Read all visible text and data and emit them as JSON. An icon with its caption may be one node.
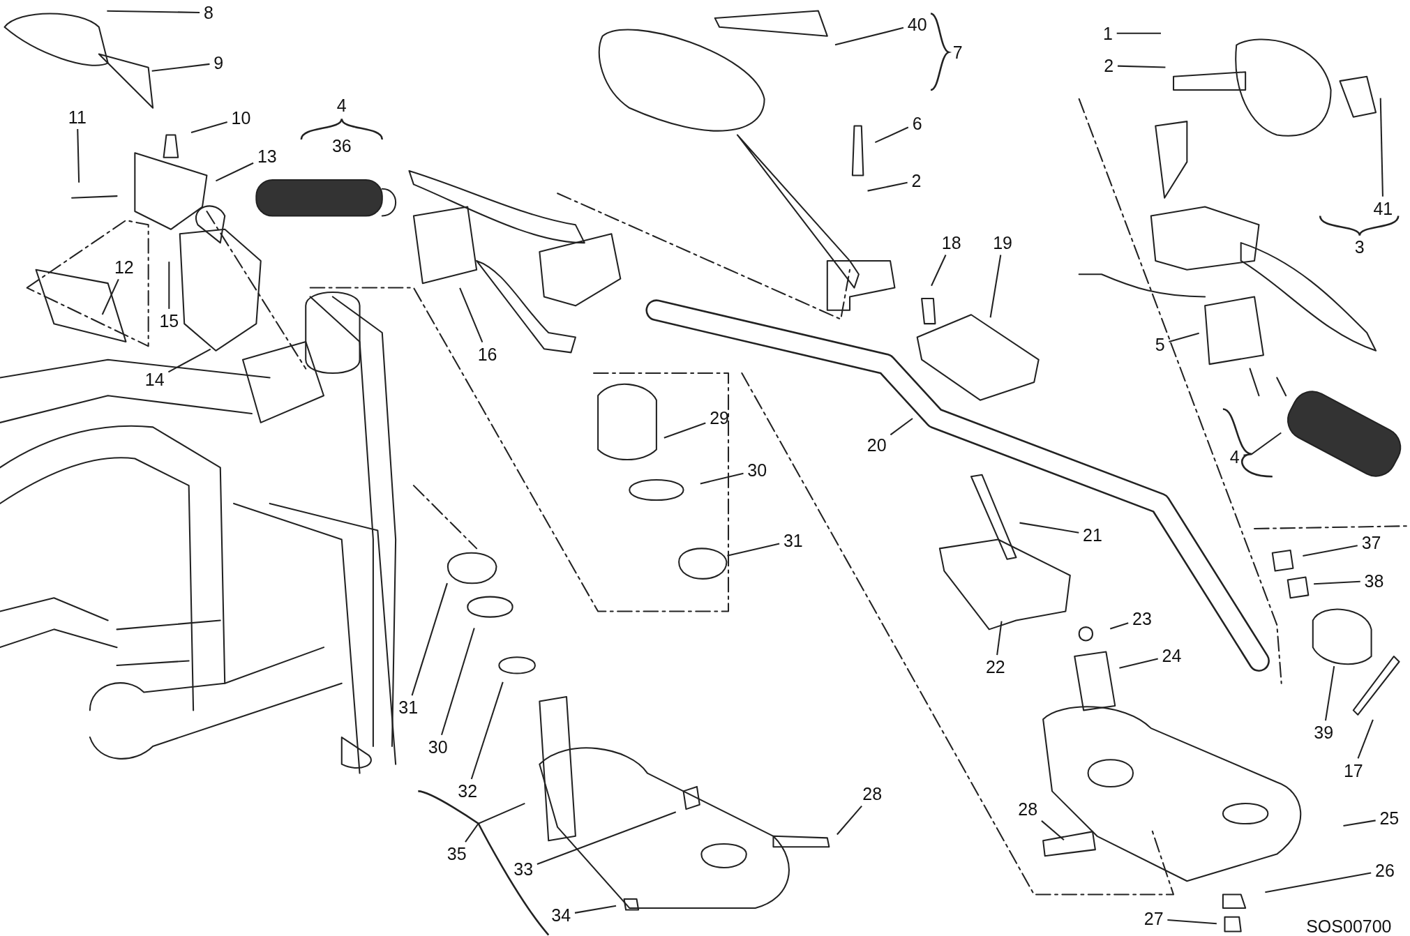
{
  "diagram": {
    "nodes": [
      {
        "text": [
          "8"
        ]
      },
      {
        "text": [
          "9"
        ]
      },
      {
        "text": [
          "10"
        ]
      },
      {
        "text": [
          "11"
        ]
      },
      {
        "text": [
          "13"
        ]
      },
      {
        "text": [
          "12"
        ]
      },
      {
        "text": [
          "15"
        ]
      },
      {
        "text": [
          "14"
        ]
      },
      {
        "text": [
          "16"
        ]
      },
      {
        "text": [
          "40"
        ]
      },
      {
        "text": [
          "6"
        ]
      },
      {
        "text": [
          "2"
        ]
      },
      {
        "text": [
          "1"
        ]
      },
      {
        "text": [
          "2"
        ]
      },
      {
        "text": [
          "41"
        ]
      },
      {
        "text": [
          "18"
        ]
      },
      {
        "text": [
          "19"
        ]
      },
      {
        "text": [
          "20"
        ]
      },
      {
        "text": [
          "5"
        ]
      },
      {
        "text": [
          "4"
        ]
      },
      {
        "text": [
          "29"
        ]
      },
      {
        "text": [
          "30"
        ]
      },
      {
        "text": [
          "31"
        ]
      },
      {
        "text": [
          "21"
        ]
      },
      {
        "text": [
          "37"
        ]
      },
      {
        "text": [
          "38"
        ]
      },
      {
        "text": [
          "22"
        ]
      },
      {
        "text": [
          "23"
        ]
      },
      {
        "text": [
          "24"
        ]
      },
      {
        "text": [
          "39"
        ]
      },
      {
        "text": [
          "17"
        ]
      },
      {
        "text": [
          "31"
        ]
      },
      {
        "text": [
          "30"
        ]
      },
      {
        "text": [
          "32"
        ]
      },
      {
        "text": [
          "35"
        ]
      },
      {
        "text": [
          "33"
        ]
      },
      {
        "text": [
          "28"
        ]
      },
      {
        "text": [
          "28"
        ]
      },
      {
        "text": [
          "25"
        ]
      },
      {
        "text": [
          "26"
        ]
      },
      {
        "text": [
          "34"
        ]
      },
      {
        "text": [
          "27"
        ]
      }
    ],
    "edges": [
      {
        "from": 0,
        "to": null,
        "arrow": "none"
      },
      {
        "from": 1,
        "to": null,
        "arrow": "none"
      },
      {
        "from": 2,
        "to": null,
        "arrow": "none"
      },
      {
        "from": 3,
        "to": null,
        "arrow": "none"
      },
      {
        "from": 4,
        "to": null,
        "arrow": "none"
      },
      {
        "from": 5,
        "to": null,
        "arrow": "none"
      },
      {
        "from": 6,
        "to": null,
        "arrow": "none"
      },
      {
        "from": 7,
        "to": null,
        "arrow": "none"
      },
      {
        "from": 8,
        "to": null,
        "arrow": "none"
      },
      {
        "from": 9,
        "to": null,
        "arrow": "none"
      },
      {
        "from": 10,
        "to": null,
        "arrow": "none"
      },
      {
        "from": 11,
        "to": null,
        "arrow": "none"
      },
      {
        "from": 12,
        "to": null,
        "arrow": "none"
      },
      {
        "from": 13,
        "to": null,
        "arrow": "none"
      },
      {
        "from": 14,
        "to": null,
        "arrow": "none"
      },
      {
        "from": 15,
        "to": null,
        "arrow": "none"
      },
      {
        "from": 16,
        "to": null,
        "arrow": "none"
      },
      {
        "from": 17,
        "to": null,
        "arrow": "none"
      },
      {
        "from": 18,
        "to": null,
        "arrow": "none"
      },
      {
        "from": 19,
        "to": null,
        "arrow": "none"
      },
      {
        "from": 20,
        "to": null,
        "arrow": "none"
      },
      {
        "from": 21,
        "to": null,
        "arrow": "none"
      },
      {
        "from": 22,
        "to": null,
        "arrow": "none"
      },
      {
        "from": 23,
        "to": null,
        "arrow": "none"
      },
      {
        "from": 24,
        "to": null,
        "arrow": "none"
      },
      {
        "from": 25,
        "to": null,
        "arrow": "none"
      },
      {
        "from": 26,
        "to": null,
        "arrow": "none"
      },
      {
        "from": 27,
        "to": null,
        "arrow": "none"
      },
      {
        "from": 28,
        "to": null,
        "arrow": "none"
      },
      {
        "from": 29,
        "to": null,
        "arrow": "none"
      },
      {
        "from": 30,
        "to": null,
        "arrow": "none"
      },
      {
        "from": 31,
        "to": null,
        "arrow": "none"
      },
      {
        "from": 32,
        "to": null,
        "arrow": "none"
      },
      {
        "from": 33,
        "to": null,
        "arrow": "none"
      },
      {
        "from": 34,
        "to": null,
        "arrow": "none"
      },
      {
        "from": 35,
        "to": null,
        "arrow": "none"
      },
      {
        "from": 36,
        "to": null,
        "arrow": "none"
      },
      {
        "from": 37,
        "to": null,
        "arrow": "none"
      },
      {
        "from": 38,
        "to": null,
        "arrow": "none"
      },
      {
        "from": 39,
        "to": null,
        "arrow": "none"
      },
      {
        "from": 40,
        "to": null,
        "arrow": "none"
      },
      {
        "from": 41,
        "to": null,
        "arrow": "none"
      }
    ],
    "labels": [
      "4",
      "36",
      "7",
      "3",
      "SOS00700"
    ]
  }
}
